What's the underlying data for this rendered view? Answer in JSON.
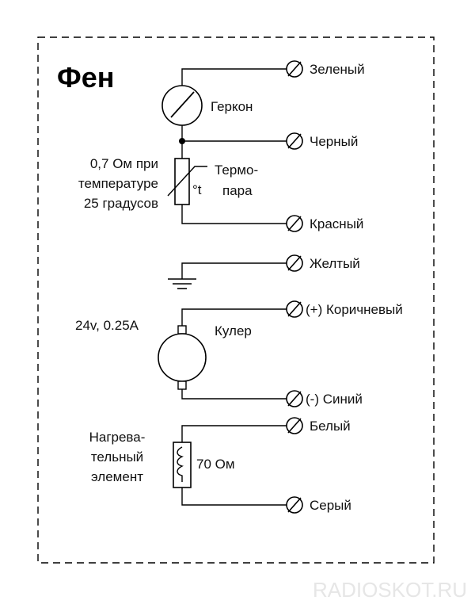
{
  "title": "Фен",
  "components": {
    "reed": "Геркон",
    "thermo_line1": "Термо-",
    "thermo_line2": "пара",
    "thermo_temp_symbol": "°t",
    "thermo_spec_line1": "0,7 Ом при",
    "thermo_spec_line2": "температуре",
    "thermo_spec_line3": "25 градусов",
    "fan": "Кулер",
    "fan_spec": "24v, 0.25A",
    "heater_line1": "Нагрева-",
    "heater_line2": "тельный",
    "heater_line3": "элемент",
    "heater_spec": "70 Ом"
  },
  "terminals": [
    "Зеленый",
    "Черный",
    "Красный",
    "Желтый",
    "(+) Коричневый",
    "(-) Синий",
    "Белый",
    "Серый"
  ],
  "watermark": "RADIOSKOT.RU"
}
